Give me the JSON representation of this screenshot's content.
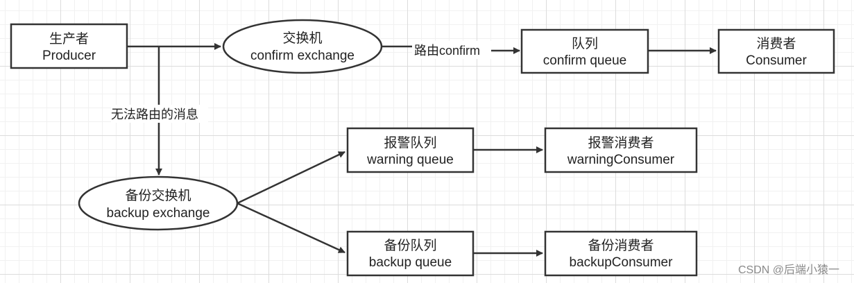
{
  "nodes": {
    "producer": {
      "line1": "生产者",
      "line2": "Producer"
    },
    "confirm_exchange": {
      "line1": "交换机",
      "line2": "confirm  exchange"
    },
    "confirm_queue": {
      "line1": "队列",
      "line2": "confirm  queue"
    },
    "consumer": {
      "line1": "消费者",
      "line2": "Consumer"
    },
    "backup_exchange": {
      "line1": "备份交换机",
      "line2": "backup  exchange"
    },
    "warning_queue": {
      "line1": "报警队列",
      "line2": "warning  queue"
    },
    "warning_consumer": {
      "line1": "报警消费者",
      "line2": "warningConsumer"
    },
    "backup_queue": {
      "line1": "备份队列",
      "line2": "backup  queue"
    },
    "backup_consumer": {
      "line1": "备份消费者",
      "line2": "backupConsumer"
    }
  },
  "edges": {
    "route_confirm_label": "路由confirm",
    "unroutable_label": "无法路由的消息"
  },
  "watermark": "CSDN @后端小猿一",
  "colors": {
    "stroke": "#333333",
    "fill": "#ffffff",
    "text": "#222222"
  }
}
